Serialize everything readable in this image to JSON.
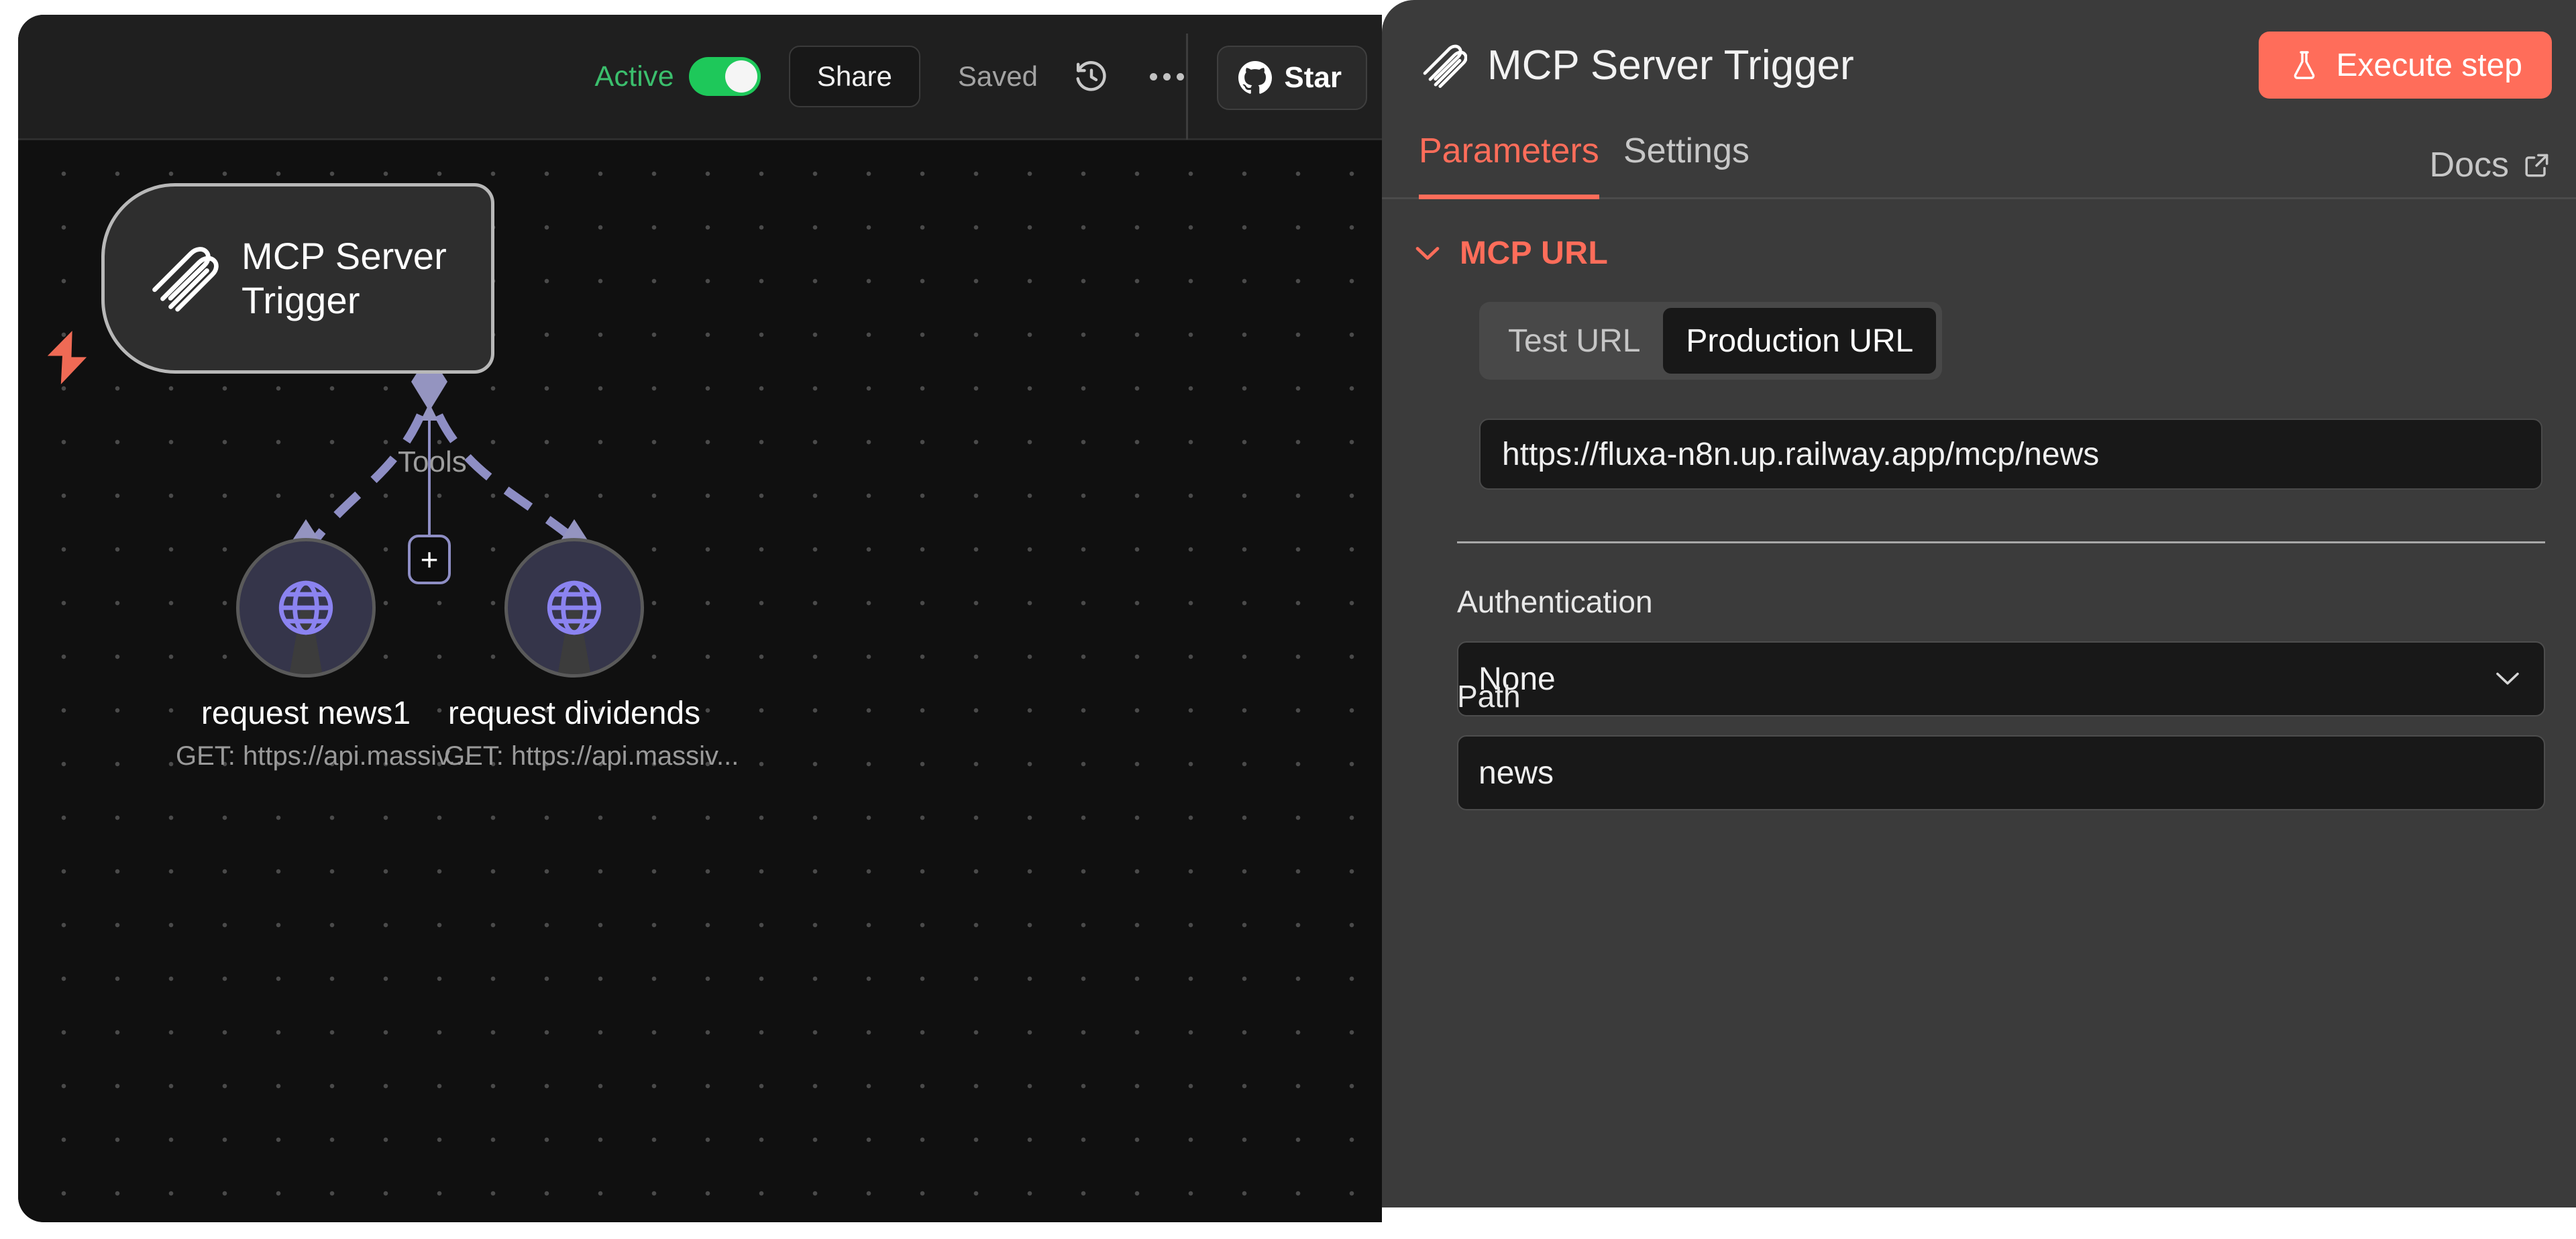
{
  "toolbar": {
    "active_label": "Active",
    "active_toggle_on": true,
    "share_label": "Share",
    "saved_label": "Saved",
    "history_icon": "history-icon",
    "more_icon": "more-options-icon",
    "star_label": "Star",
    "star_icon": "github-icon"
  },
  "canvas": {
    "trigger_icon": "lightning-bolt-icon",
    "trigger_node": {
      "title": "MCP Server Trigger",
      "icon": "mcp-paperclip-icon"
    },
    "connection_label": "Tools",
    "add_tool_label": "+",
    "tools": [
      {
        "name": "request news1",
        "subtitle": "GET: https://api.massiv...",
        "icon": "globe-icon"
      },
      {
        "name": "request dividends",
        "subtitle": "GET: https://api.massiv...",
        "icon": "globe-icon"
      }
    ]
  },
  "panel": {
    "title": "MCP Server Trigger",
    "title_icon": "mcp-paperclip-icon",
    "execute_label": "Execute step",
    "execute_icon": "flask-icon",
    "tabs": [
      {
        "label": "Parameters",
        "active": true
      },
      {
        "label": "Settings",
        "active": false
      },
      {
        "label": "Docs",
        "active": false,
        "icon": "external-link-icon"
      }
    ],
    "section": {
      "label": "MCP URL",
      "expanded": true,
      "chevron_icon": "chevron-down-icon"
    },
    "url_mode": {
      "options": [
        "Test URL",
        "Production URL"
      ],
      "selected": "Production URL"
    },
    "mcp_url": "https://fluxa-n8n.up.railway.app/mcp/news",
    "fields": [
      {
        "label": "Authentication",
        "type": "select",
        "value": "None",
        "chevron_icon": "chevron-down-icon"
      },
      {
        "label": "Path",
        "type": "text",
        "value": "news"
      }
    ]
  },
  "colors": {
    "accent": "#ff6d5a",
    "active_green": "#1ec85a",
    "panel_bg": "#3b3b3b",
    "canvas_bg": "#101010",
    "node_purple": "#8e8ec4"
  }
}
